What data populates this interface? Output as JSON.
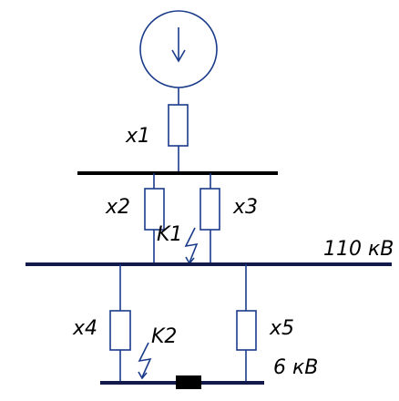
{
  "labels": {
    "x1": "x1",
    "x2": "x2",
    "x3": "x3",
    "x4": "x4",
    "x5": "x5",
    "k1": "K1",
    "k2": "K2",
    "bus_110": "110 кВ",
    "bus_6": "6 кВ"
  },
  "colors": {
    "line": "#1a3a8a",
    "bus": "#111a4a",
    "reactor": "#000000"
  },
  "icons": {
    "source": "generator-source-icon",
    "fault": "lightning-fault-icon"
  }
}
